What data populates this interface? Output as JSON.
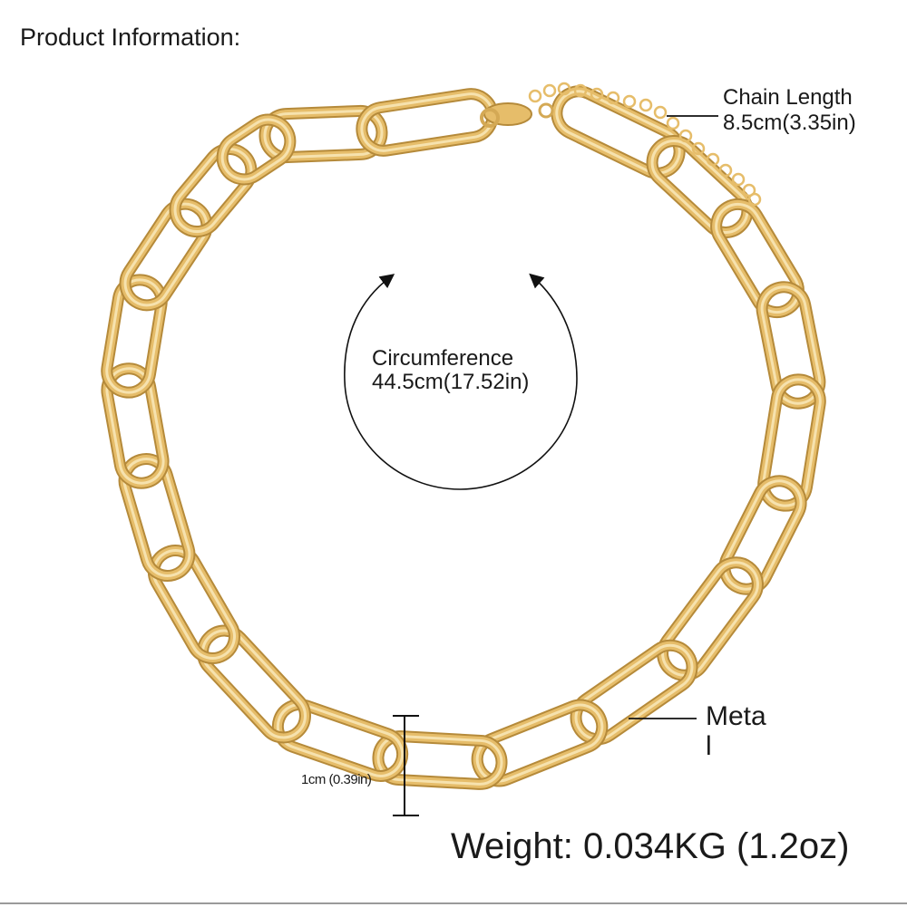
{
  "header": {
    "title": "Product Information:"
  },
  "annotations": {
    "chain_length_label": "Chain Length",
    "chain_length_value": "8.5cm(3.35in)",
    "circumference_label": "Circumference",
    "circumference_value": "44.5cm(17.52in)",
    "material_label": "Meta\nl",
    "link_width": "1cm (0.39in)",
    "weight": "Weight: 0.034KG (1.2oz)"
  },
  "colors": {
    "gold": "#e6bd6a",
    "gold_light": "#f6e2ae",
    "gold_dark": "#b58a3a",
    "text": "#1a1a1a",
    "background": "#ffffff"
  }
}
